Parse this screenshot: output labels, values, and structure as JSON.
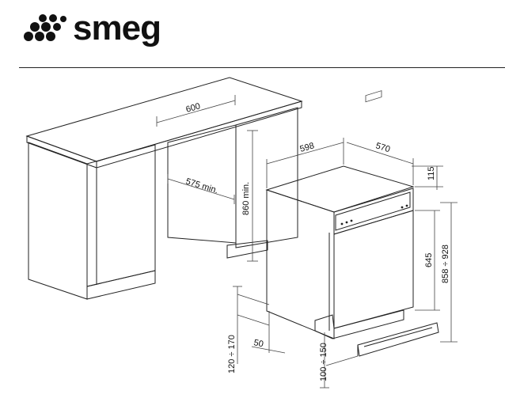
{
  "brand": {
    "logo_text": "smeg",
    "color": "#111111"
  },
  "dimensions": {
    "counter_width": "600",
    "niche_width": "575 min.",
    "niche_height": "860  min.",
    "appliance_width": "598",
    "appliance_depth": "570",
    "panel_top": "115",
    "door_height": "645",
    "total_height": "858 ÷ 928",
    "foot_height": "120 ÷ 170",
    "foot_depth": "50",
    "plinth_height": "100 ÷ 150"
  }
}
